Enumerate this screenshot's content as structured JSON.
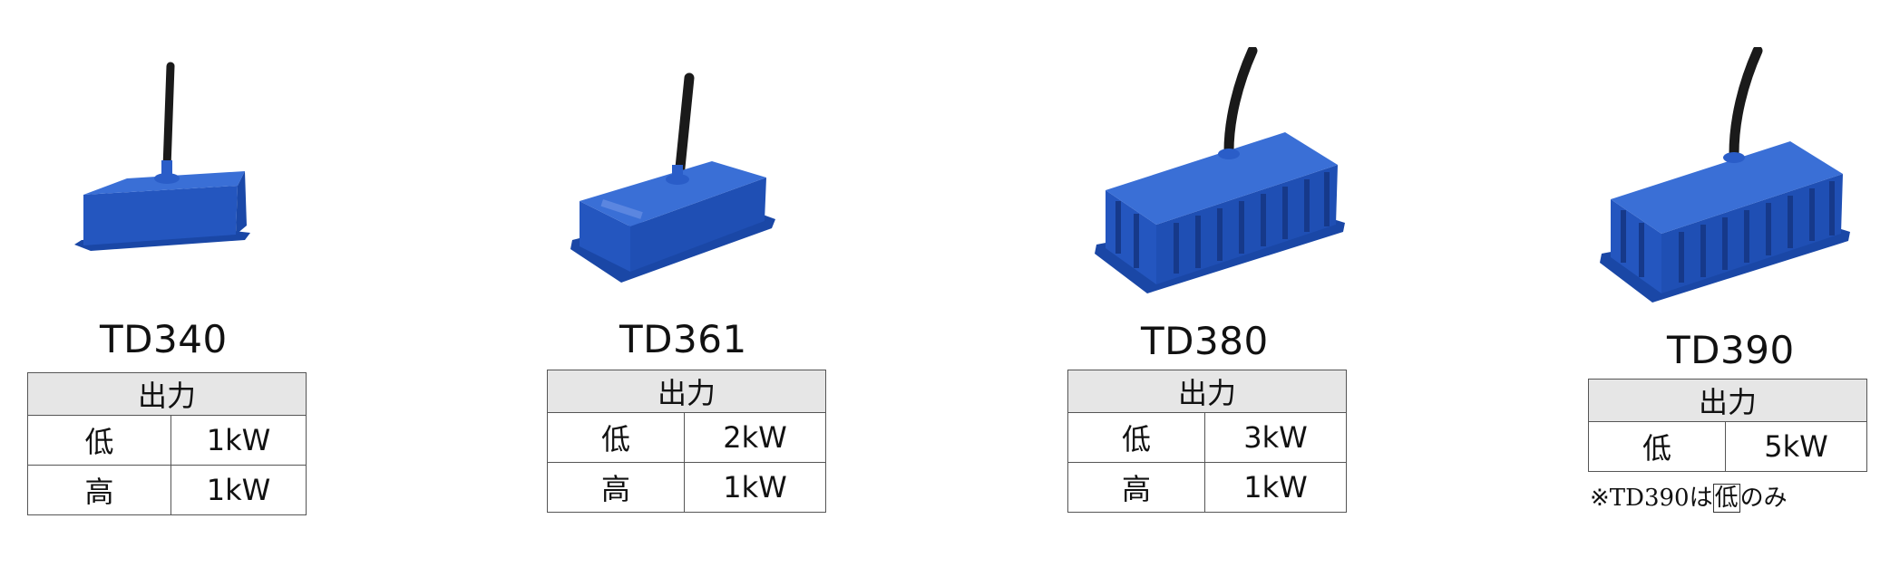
{
  "products": [
    {
      "model": "TD340",
      "output_header": "出力",
      "rows": [
        {
          "label": "低",
          "value": "1kW"
        },
        {
          "label": "高",
          "value": "1kW"
        }
      ]
    },
    {
      "model": "TD361",
      "output_header": "出力",
      "rows": [
        {
          "label": "低",
          "value": "2kW"
        },
        {
          "label": "高",
          "value": "1kW"
        }
      ]
    },
    {
      "model": "TD380",
      "output_header": "出力",
      "rows": [
        {
          "label": "低",
          "value": "3kW"
        },
        {
          "label": "高",
          "value": "1kW"
        }
      ]
    },
    {
      "model": "TD390",
      "output_header": "出力",
      "rows": [
        {
          "label": "低",
          "value": "5kW"
        }
      ],
      "note": {
        "prefix": "※TD390は",
        "boxed": "低",
        "suffix": "のみ"
      }
    }
  ],
  "colors": {
    "transducer_blue": "#1f4fae",
    "transducer_blue_dark": "#163b86",
    "cable": "#1a1a1a",
    "header_bg": "#e6e6e6"
  }
}
